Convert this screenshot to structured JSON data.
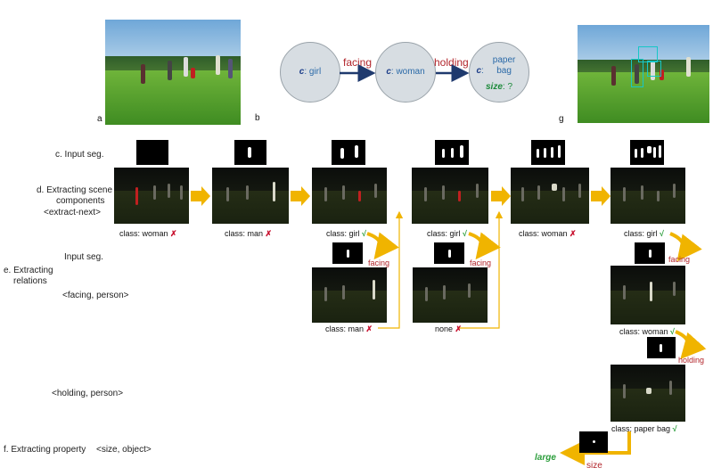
{
  "panels": {
    "a": "a",
    "b": "b",
    "g": "g"
  },
  "graph": {
    "nodes": [
      {
        "key": "c",
        "sep": ": ",
        "value": "girl"
      },
      {
        "key": "c",
        "sep": ": ",
        "value": "woman"
      },
      {
        "key": "c",
        "sep": ": ",
        "value": "paper bag",
        "extra_key": "size",
        "extra_value": ": ?"
      }
    ],
    "edges": [
      "facing",
      "holding"
    ]
  },
  "row_labels": {
    "input_seg": "c. Input seg.",
    "extract_scene": "d. Extracting scene",
    "components": "components",
    "extract_next": "<extract-next>",
    "input_seg2": "Input seg.",
    "e_extracting": "e. Extracting",
    "relations": "relations",
    "facing_person": "<facing, person>",
    "holding_person": "<holding, person>",
    "f_extracting": "f. Extracting property",
    "size_object": "<size, object>"
  },
  "captions": {
    "c1": "class: woman",
    "c2": "class: man",
    "c3": "class: girl",
    "c4": "class: girl",
    "c5": "class: woman",
    "c6": "class: girl",
    "r1": "class: man",
    "r2": "none",
    "r3": "class: woman",
    "h1": "class: paper bag"
  },
  "marks": {
    "x": "✗",
    "v": "√"
  },
  "relations": {
    "facing": "facing",
    "holding": "holding",
    "size": "size",
    "large": "large"
  },
  "colors": {
    "arrow_orange": "#f0b400",
    "edge_navy": "#1f3a6e",
    "relation_red": "#b2262c",
    "check_green": "#2a9d3a",
    "cross_red": "#c8102e"
  }
}
